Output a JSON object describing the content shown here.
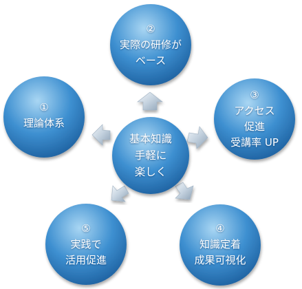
{
  "colors": {
    "circle_light": "#a9d6f3",
    "circle_mid": "#3d8fd0",
    "circle_dark": "#1d5f9e",
    "arrow_light": "#f2f6fa",
    "arrow_mid": "#c3d1de",
    "arrow_dark": "#8ea2b6",
    "text": "#ffffff"
  },
  "center": {
    "lines": [
      "基本知識",
      "手軽に",
      "楽しく"
    ]
  },
  "nodes": [
    {
      "number": "①",
      "lines": [
        "理論体系"
      ]
    },
    {
      "number": "②",
      "lines": [
        "実際の研修が",
        "ベース"
      ]
    },
    {
      "number": "③",
      "lines": [
        "アクセス",
        "促進",
        "受講率 UP"
      ]
    },
    {
      "number": "④",
      "lines": [
        "知識定着",
        "成果可視化"
      ]
    },
    {
      "number": "⑤",
      "lines": [
        "実践で",
        "活用促進"
      ]
    }
  ],
  "arrows": [
    {
      "target": "node-1",
      "icon": "arrow-icon"
    },
    {
      "target": "node-2",
      "icon": "arrow-icon"
    },
    {
      "target": "node-3",
      "icon": "arrow-icon"
    },
    {
      "target": "node-4",
      "icon": "arrow-icon"
    },
    {
      "target": "node-5",
      "icon": "arrow-icon"
    }
  ]
}
